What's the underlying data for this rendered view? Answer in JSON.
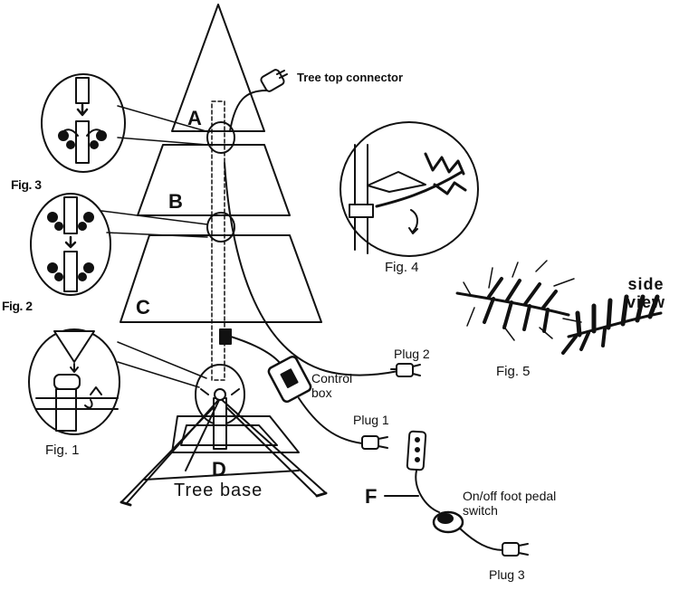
{
  "sections": {
    "a": "A",
    "b": "B",
    "c": "C",
    "d": "D",
    "f": "F"
  },
  "parts": {
    "tree_top_connector": "Tree top connector",
    "tree_base": "Tree base",
    "control_box_line1": "Control",
    "control_box_line2": "box",
    "plug1": "Plug 1",
    "plug2": "Plug 2",
    "plug3": "Plug 3",
    "switch_line1": "On/off foot pedal",
    "switch_line2": "switch",
    "side_view_line1": "side",
    "side_view_line2": "view"
  },
  "figures": {
    "fig1": "Fig. 1",
    "fig2": "Fig. 2",
    "fig3": "Fig. 3",
    "fig4": "Fig. 4",
    "fig5": "Fig. 5"
  },
  "colors": {
    "line": "#111111",
    "background": "#ffffff"
  }
}
